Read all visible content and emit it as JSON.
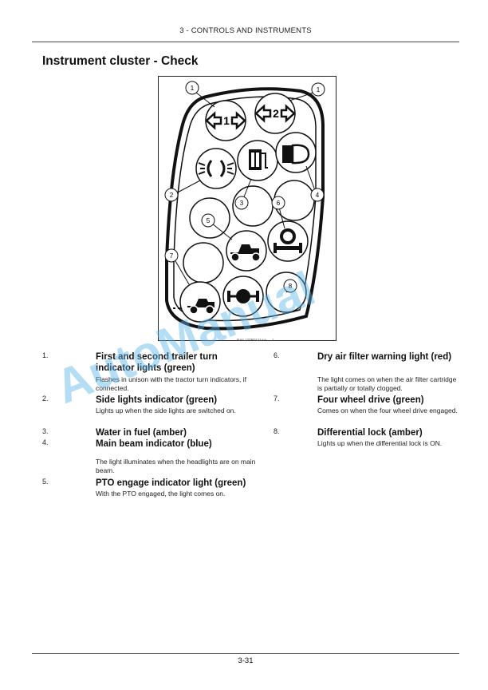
{
  "header": {
    "chapter": "3 - CONTROLS AND INSTRUMENTS"
  },
  "section_title": "Instrument cluster - Check",
  "figure": {
    "reference": "RAIL17TR0121AA",
    "number": "1",
    "callouts": [
      "1",
      "1",
      "2",
      "3",
      "4",
      "5",
      "6",
      "7",
      "8"
    ],
    "icon_texts": {
      "trailer1": "1",
      "trailer2": "2"
    }
  },
  "items_left": [
    {
      "num": "1.",
      "title": "First and second trailer turn indicator lights (green)",
      "desc": "Flashes in unison with the tractor turn indicators, if connected."
    },
    {
      "num": "2.",
      "title": "Side lights indicator (green)",
      "desc": "Lights up when the side lights are switched on."
    },
    {
      "num": "3.",
      "title": "Water in fuel (amber)",
      "desc": ""
    },
    {
      "num": "4.",
      "title": "Main beam indicator (blue)",
      "desc": "The light illuminates when the headlights are on main beam."
    },
    {
      "num": "5.",
      "title": "PTO engage indicator light (green)",
      "desc": "With the PTO engaged, the light comes on."
    }
  ],
  "items_right": [
    {
      "num": "6.",
      "title": "Dry air filter warning light (red)",
      "desc": "The light comes on when the air filter cartridge is partially or totally clogged."
    },
    {
      "num": "7.",
      "title": "Four wheel drive (green)",
      "desc": "Comes on when the four wheel drive engaged."
    },
    {
      "num": "8.",
      "title": "Differential lock (amber)",
      "desc": "Lights up when the differential lock is ON."
    }
  ],
  "page_number": "3-31",
  "watermark": "AutoManual",
  "colors": {
    "text": "#111111",
    "rule": "#444444",
    "watermark": "#5ab4e6"
  }
}
